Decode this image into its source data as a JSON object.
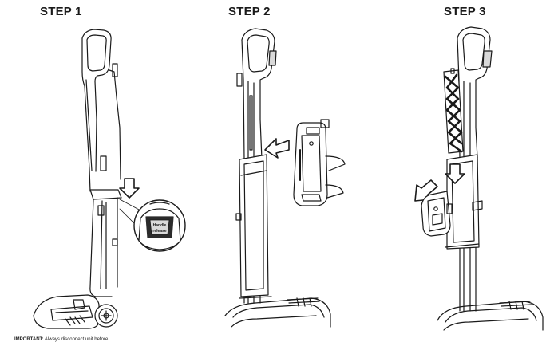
{
  "steps": [
    {
      "title": "STEP 1"
    },
    {
      "title": "STEP 2"
    },
    {
      "title": "STEP 3"
    }
  ],
  "step1": {
    "button_label_line1": "Handle",
    "button_label_line2": "release"
  },
  "note": {
    "lead": "IMPORTANT:",
    "text": " Always disconnect unit before"
  },
  "colors": {
    "stroke": "#1a1a1a",
    "fill": "#ffffff",
    "shade": "#d9d9d9",
    "dark": "#2b2b2b"
  },
  "icons": [
    "arrow-down-icon",
    "arrow-left-icon",
    "arrow-down-left-icon"
  ]
}
